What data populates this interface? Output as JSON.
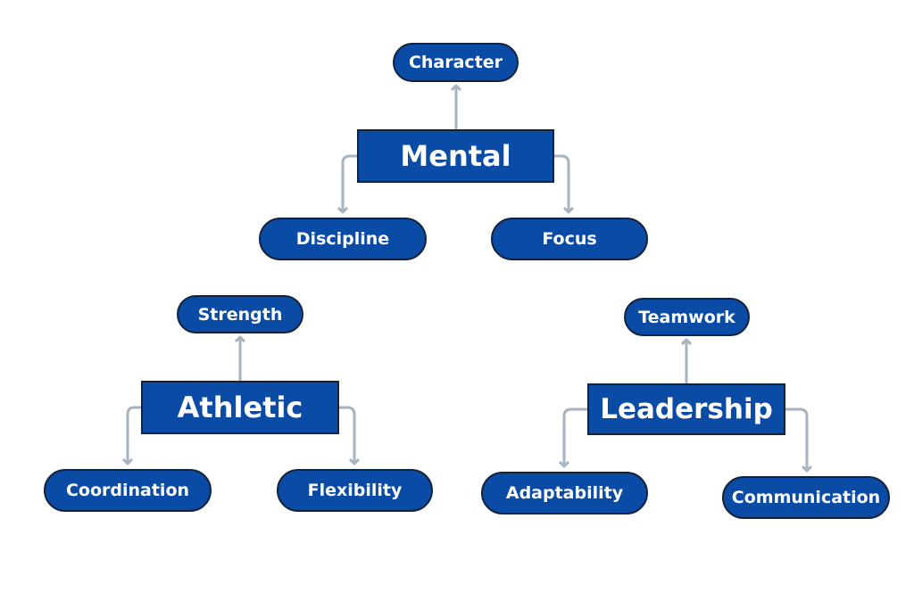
{
  "mental": {
    "title": "Mental",
    "character": "Character",
    "discipline": "Discipline",
    "focus": "Focus"
  },
  "athletic": {
    "title": "Athletic",
    "strength": "Strength",
    "coordination": "Coordination",
    "flexibility": "Flexibility"
  },
  "leadership": {
    "title": "Leadership",
    "teamwork": "Teamwork",
    "adaptability": "Adaptability",
    "communication": "Communication"
  },
  "colors": {
    "node_fill": "#0a4ba6",
    "node_border": "#13233b",
    "connector": "#a7b4bf",
    "text": "#ffffff"
  }
}
